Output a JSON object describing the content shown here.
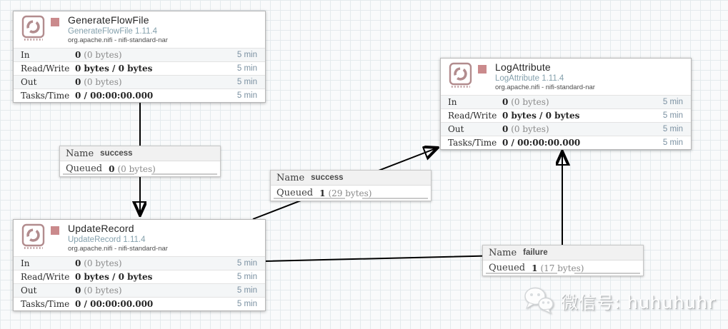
{
  "app": "nifi-flow-canvas",
  "colors": {
    "state_stopped_square": "#ca8a8c",
    "processor_icon": "#b28c8e",
    "type_text": "#84a0ac",
    "timeframe_text": "#7b91a2",
    "wire": "#000000",
    "grid_line": "#e4eaed",
    "canvas_bg": "#f9fafb"
  },
  "processors": [
    {
      "name": "GenerateFlowFile",
      "type": "GenerateFlowFile 1.11.4",
      "bundle": "org.apache.nifi - nifi-standard-nar",
      "state": "stopped",
      "rows": {
        "in": {
          "label": "In",
          "count": "0",
          "bytes": "(0 bytes)",
          "window": "5 min"
        },
        "rw": {
          "label": "Read/Write",
          "value": "0 bytes / 0 bytes",
          "window": "5 min"
        },
        "out": {
          "label": "Out",
          "count": "0",
          "bytes": "(0 bytes)",
          "window": "5 min"
        },
        "tasks": {
          "label": "Tasks/Time",
          "value": "0 / 00:00:00.000",
          "window": "5 min"
        }
      }
    },
    {
      "name": "LogAttribute",
      "type": "LogAttribute 1.11.4",
      "bundle": "org.apache.nifi - nifi-standard-nar",
      "state": "stopped",
      "rows": {
        "in": {
          "label": "In",
          "count": "0",
          "bytes": "(0 bytes)",
          "window": "5 min"
        },
        "rw": {
          "label": "Read/Write",
          "value": "0 bytes / 0 bytes",
          "window": "5 min"
        },
        "out": {
          "label": "Out",
          "count": "0",
          "bytes": "(0 bytes)",
          "window": "5 min"
        },
        "tasks": {
          "label": "Tasks/Time",
          "value": "0 / 00:00:00.000",
          "window": "5 min"
        }
      }
    },
    {
      "name": "UpdateRecord",
      "type": "UpdateRecord 1.11.4",
      "bundle": "org.apache.nifi - nifi-standard-nar",
      "state": "stopped",
      "rows": {
        "in": {
          "label": "In",
          "count": "0",
          "bytes": "(0 bytes)",
          "window": "5 min"
        },
        "rw": {
          "label": "Read/Write",
          "value": "0 bytes / 0 bytes",
          "window": "5 min"
        },
        "out": {
          "label": "Out",
          "count": "0",
          "bytes": "(0 bytes)",
          "window": "5 min"
        },
        "tasks": {
          "label": "Tasks/Time",
          "value": "0 / 00:00:00.000",
          "window": "5 min"
        }
      }
    }
  ],
  "connections": [
    {
      "name_label": "Name",
      "name": "success",
      "queued_label": "Queued",
      "count": "0",
      "size": "(0 bytes)"
    },
    {
      "name_label": "Name",
      "name": "success",
      "queued_label": "Queued",
      "count": "1",
      "size": "(29 bytes)"
    },
    {
      "name_label": "Name",
      "name": "failure",
      "queued_label": "Queued",
      "count": "1",
      "size": "(17 bytes)"
    }
  ],
  "watermark": {
    "icon": "wechat-icon",
    "label": "微信号: huhuhuhr"
  }
}
